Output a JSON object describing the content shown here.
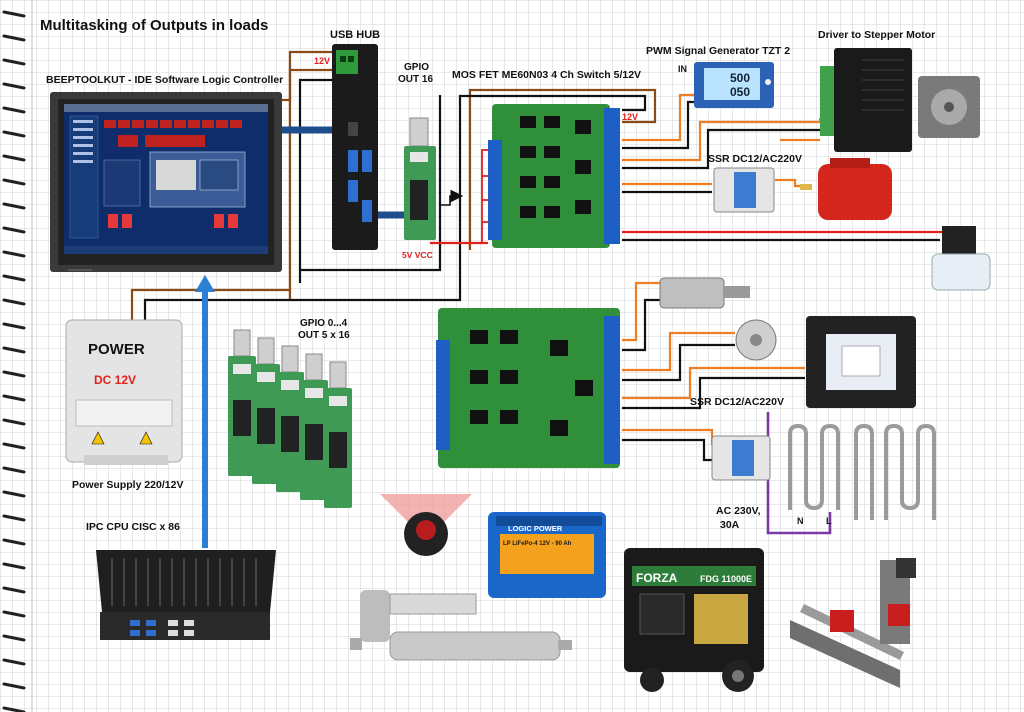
{
  "title": "Multitasking of Outputs in loads",
  "labels": {
    "usb_hub": "USB HUB",
    "controller": "BEEPTOOLKUT - IDE Software Logic Controller",
    "gpio_out16_l1": "GPIO",
    "gpio_out16_l2": "OUT 16",
    "mosfet": "MOS FET ME60N03 4 Ch Switch 5/12V",
    "pwm": "PWM Signal Generator TZT 2",
    "pwm_in": "IN",
    "pwm_display_top": "500",
    "pwm_display_bottom": "050",
    "stepper_driver": "Driver to Stepper Motor",
    "ssr_top": "SSR DC12/AC220V",
    "ssr_bottom": "SSR DC12/AC220V",
    "v12_top": "12V",
    "v12_mosfet": "12V",
    "v5_vcc": "5V VCC",
    "power_brand": "POWER",
    "power_dc": "DC 12V",
    "power_supply": "Power Supply 220/12V",
    "gpio_group_l1": "GPIO 0...4",
    "gpio_group_l2": "OUT 5 x 16",
    "ipc": "IPC CPU CISC x 86",
    "ac_l1": "AC 230V,",
    "ac_l2": "30A",
    "n_label": "N",
    "l_label": "L",
    "battery_brand": "LOGIC POWER",
    "battery_model": "LP LiFePo-4 12V - 90 Ah",
    "generator_brand": "FORZA",
    "generator_model": "FDG 11000E"
  },
  "colors": {
    "wire_red": "#e0221c",
    "wire_orange": "#ef7d22",
    "wire_brown": "#8a4b16",
    "wire_black": "#111111",
    "usb_blue": "#1f4e8c",
    "arrow_blue": "#2d7fd3",
    "ac_purple": "#7b3aa3",
    "board_green": "#2f8f3a",
    "terminal_blue": "#1d5fc4",
    "motor_red": "#d5261e",
    "battery_blue": "#1b66c9",
    "title_text": "#111111"
  }
}
